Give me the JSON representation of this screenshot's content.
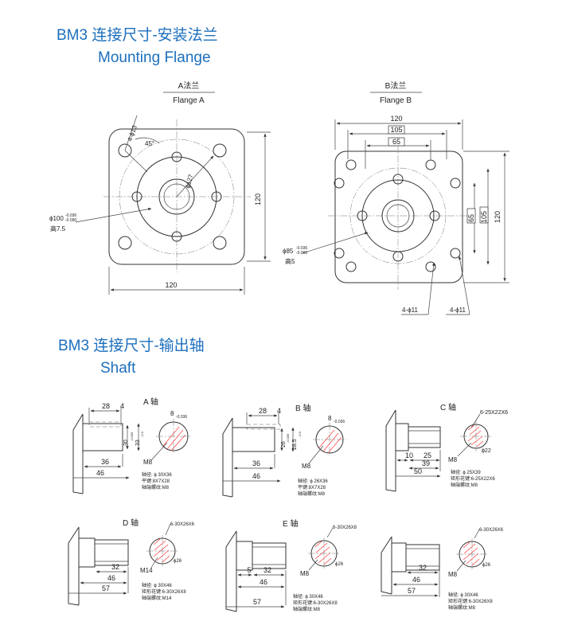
{
  "section1": {
    "title_cn": "BM3 连接尺寸-安装法兰",
    "title_en": "Mounting Flange"
  },
  "section2": {
    "title_cn": "BM3 连接尺寸-输出轴",
    "title_en": "Shaft"
  },
  "colors": {
    "heading": "#1c6fbd",
    "line": "#333333",
    "hatch": "#ff2b2b"
  },
  "flange_a": {
    "label_cn": "A法兰",
    "label_en": "Flange A",
    "hole_note": "4-ϕ13",
    "angle": "45°",
    "pcd": "ϕ127",
    "pilot": "ϕ100",
    "pilot_tol_top": "-0.036",
    "pilot_tol_bot": "-0.090",
    "pilot_depth": "高7.5",
    "width": "120",
    "height": "120"
  },
  "flange_b": {
    "label_cn": "B法兰",
    "label_en": "Flange B",
    "dim_total": "120",
    "dim_outer": "105",
    "dim_inner": "65",
    "v_inner": "65",
    "v_outer": "105",
    "v_total": "120",
    "pilot": "ϕ85",
    "pilot_tol_top": "-0.036",
    "pilot_tol_bot": "-0.090",
    "pilot_depth": "高5",
    "holes_1": "4-ϕ11",
    "holes_2": "4-ϕ11"
  },
  "shaft_a": {
    "title": "A 轴",
    "dim_top1": "28",
    "dim_top2": "4",
    "dia1": "30 ",
    "dia1_tol": "-0.036",
    "dia2": "33",
    "dia2_tol": "-0.3",
    "key_w": "8",
    "key_tol": "-0.036",
    "dim_len1": "36",
    "dim_len2": "46",
    "thread": "M8",
    "notes": [
      "轴径: ϕ 30X36",
      "平键:8X7X28",
      "轴端螺纹:M8"
    ]
  },
  "shaft_b": {
    "title": "B 轴",
    "dim_top1": "28",
    "dim_top2": "4",
    "dia1": "26 ",
    "dia1_tol": "-0.036",
    "dia2": "28.5",
    "dia2_tol": "-0.3",
    "key_w": "8",
    "key_tol": "-0.036",
    "dim_len1": "36",
    "dim_len2": "46",
    "thread": "M8",
    "notes": [
      "轴径: ϕ 26X36",
      "平键:8X7X28",
      "轴端螺纹:M8"
    ]
  },
  "shaft_c": {
    "title": "C 轴",
    "spline": "6-25X22X6",
    "dia": "ϕ22",
    "dim1": "10",
    "dim2": "25",
    "dim3": "39",
    "dim4": "50",
    "thread": "M8",
    "notes": [
      "轴径: ϕ 25X39",
      "矩形花键:6-25X22X6",
      "轴端螺纹:M8"
    ]
  },
  "shaft_d": {
    "title": "D 轴",
    "spline": "6-30X26X6",
    "dia": "ϕ26",
    "dim1": "32",
    "dim2": "46",
    "dim3": "57",
    "thread": "M14",
    "notes": [
      "轴径: ϕ 30X46",
      "矩形花键:6-30X26X8",
      "轴端螺纹:M14"
    ]
  },
  "shaft_e": {
    "title": "E 轴",
    "spline": "6-30X26X8",
    "dia": "ϕ26",
    "dim0": "5",
    "dim1": "32",
    "dim2": "46",
    "dim3": "57",
    "thread": "M8",
    "notes": [
      "轴径: ϕ 30X46",
      "矩形花键:6-30X26X8",
      "轴端螺纹:M8"
    ]
  },
  "shaft_f": {
    "spline": "6-30X26X6",
    "dia": "ϕ26",
    "dim1": "32",
    "dim2": "46",
    "dim3": "57",
    "thread": "M8",
    "notes": [
      "轴径: ϕ 30X46",
      "矩形花键:6-30X26X8",
      "轴端螺纹:M8"
    ]
  }
}
